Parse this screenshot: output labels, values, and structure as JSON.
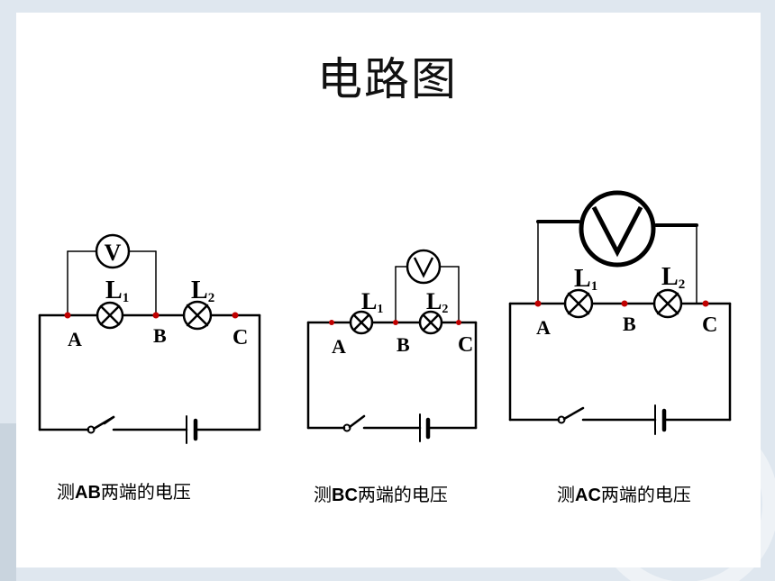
{
  "title": "电路图",
  "diagrams": [
    {
      "voltmeter_symbol": "V",
      "lamp1": {
        "label": "L",
        "sub": "1"
      },
      "lamp2": {
        "label": "L",
        "sub": "2"
      },
      "points": [
        "A",
        "B",
        "C"
      ],
      "caption_pre": "测",
      "caption_bold": "AB",
      "caption_post": "两端的电压"
    },
    {
      "voltmeter_symbol": "V",
      "lamp1": {
        "label": "L",
        "sub": "1"
      },
      "lamp2": {
        "label": "L",
        "sub": "2"
      },
      "points": [
        "A",
        "B",
        "C"
      ],
      "caption_pre": "测",
      "caption_bold": "BC",
      "caption_post": "两端的电压"
    },
    {
      "voltmeter_symbol": "V",
      "lamp1": {
        "label": "L",
        "sub": "1"
      },
      "lamp2": {
        "label": "L",
        "sub": "2"
      },
      "points": [
        "A",
        "B",
        "C"
      ],
      "caption_pre": "测",
      "caption_bold": "AC",
      "caption_post": "两端的电压"
    }
  ],
  "colors": {
    "node": "#c00000",
    "wire": "#000000"
  }
}
